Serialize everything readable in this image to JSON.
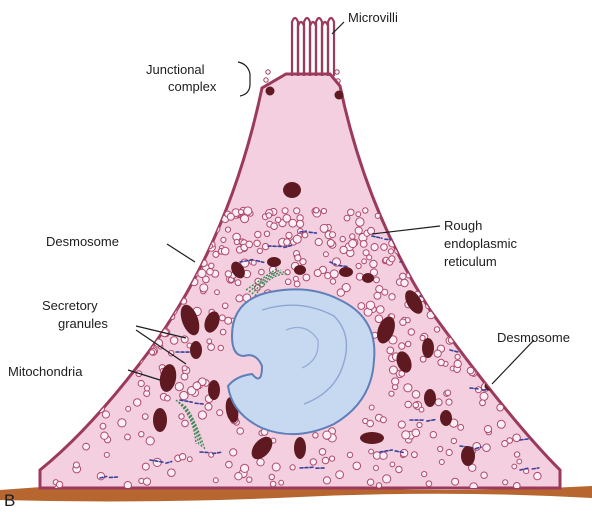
{
  "figure": {
    "panel_letter": "B",
    "labels": {
      "microvilli": "Microvilli",
      "junctional_1": "Junctional",
      "junctional_2": "complex",
      "desmosome_left": "Desmosome",
      "rer_1": "Rough",
      "rer_2": "endoplasmic",
      "rer_3": "reticulum",
      "secretory_1": "Secretory",
      "secretory_2": "granules",
      "desmosome_right": "Desmosome",
      "mitochondria": "Mitochondria"
    },
    "colors": {
      "cytoplasm": "#f3cfdf",
      "membrane": "#9c3a5c",
      "nucleus": "#c7d8f1",
      "nucleus_edge": "#5f7fb8",
      "mitochondria": "#5e1a20",
      "granule_edge": "#b04a6e",
      "basement": "#b8662f",
      "rer": "#3a3f9a",
      "golgi": "#3f8a58"
    }
  }
}
